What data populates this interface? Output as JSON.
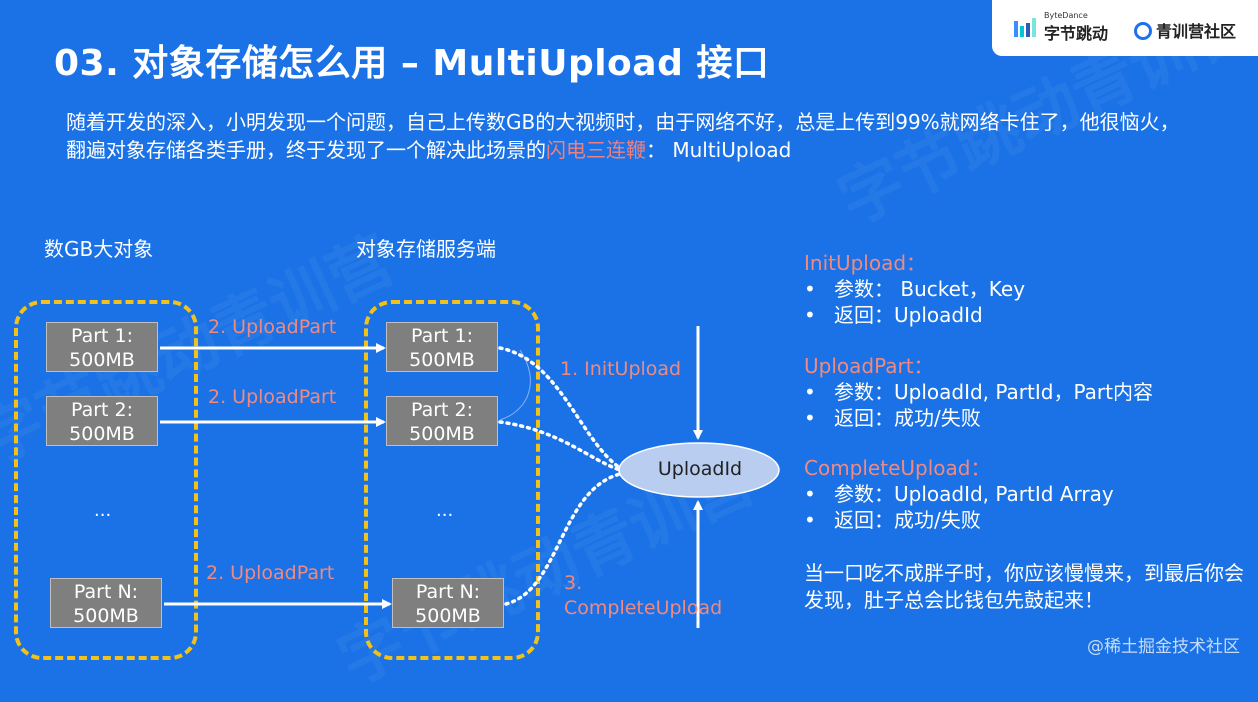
{
  "header": {
    "title": "03. 对象存储怎么用 –  MultiUpload 接口",
    "logo_small": "ByteDance",
    "logo_brand": "字节跳动",
    "logo_community": "青训营社区"
  },
  "intro": {
    "line1": "随着开发的深入，小明发现一个问题，自己上传数GB的大视频时，由于网络不好，总是上传到99%就网络卡住了，他很恼火，",
    "line2_before": "翻遍对象存储各类手册，终于发现了一个解决此场景的",
    "line2_highlight": "闪电三连鞭",
    "line2_after": "：  MultiUpload"
  },
  "diagram": {
    "left_heading": "数GB大对象",
    "right_heading": "对象存储服务端",
    "left_parts": [
      {
        "line1": "Part 1:",
        "line2": "500MB"
      },
      {
        "line1": "Part 2:",
        "line2": "500MB"
      },
      {
        "line1": "Part N:",
        "line2": "500MB"
      }
    ],
    "right_parts": [
      {
        "line1": "Part 1:",
        "line2": "500MB"
      },
      {
        "line1": "Part 2:",
        "line2": "500MB"
      },
      {
        "line1": "Part N:",
        "line2": "500MB"
      }
    ],
    "ellipsis": "...",
    "upload_part_label": "2. UploadPart",
    "oval_label": "UploadId",
    "init_label": "1. InitUpload",
    "complete_label_num": "3.",
    "complete_label": "CompleteUpload"
  },
  "apis": [
    {
      "title": "InitUpload：",
      "rows": [
        {
          "bullet": "•",
          "text": "参数： Bucket，Key"
        },
        {
          "bullet": "•",
          "text": "返回：UploadId"
        }
      ]
    },
    {
      "title": "UploadPart：",
      "rows": [
        {
          "bullet": "•",
          "text": "参数：UploadId, PartId，Part内容"
        },
        {
          "bullet": "•",
          "text": "返回：成功/失败"
        }
      ]
    },
    {
      "title": "CompleteUpload：",
      "rows": [
        {
          "bullet": "•",
          "text": "参数：UploadId, PartId Array"
        },
        {
          "bullet": "•",
          "text": "返回：成功/失败"
        }
      ]
    }
  ],
  "slogan": "当一口吃不成胖子时，你应该慢慢来，到最后你会发现，肚子总会比钱包先鼓起来！",
  "credit": "@稀土掘金技术社区",
  "colors": {
    "background": "#1a72e6",
    "highlight": "#f08a80",
    "dash_border": "#f2c21a",
    "part_box": "#7f7f7f",
    "oval": "#b8cdf0"
  }
}
